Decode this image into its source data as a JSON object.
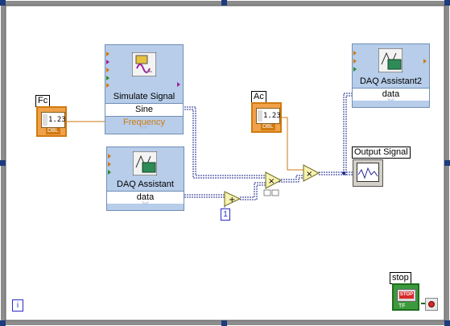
{
  "controls": {
    "fc": {
      "label": "Fc",
      "value": "1.23",
      "type": "DBL"
    },
    "ac": {
      "label": "Ac",
      "value": "1.23",
      "type": "DBL"
    }
  },
  "simulate_signal": {
    "title": "Simulate Signal",
    "output": "Sine",
    "input": "Frequency"
  },
  "daq_assistant": {
    "title": "DAQ Assistant",
    "output": "data"
  },
  "daq_assistant2": {
    "title": "DAQ Assistant2",
    "input": "data"
  },
  "constant_one": "1",
  "output_signal": {
    "label": "Output Signal"
  },
  "stop": {
    "label": "stop",
    "button_text": "STOP",
    "type": "TF"
  },
  "loop_iteration": "i",
  "colors": {
    "loop_border": "#707070",
    "wire_dynamic": "#1e2a8c",
    "numeric": "#d07a10",
    "boolean": "#1e6e1e",
    "express_vi": "#b7cde9"
  }
}
